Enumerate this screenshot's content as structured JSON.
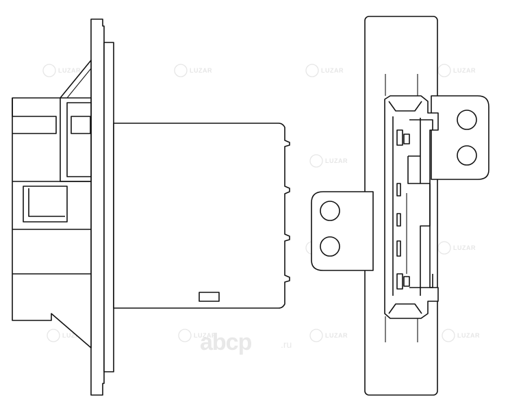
{
  "watermark": {
    "brand_text": "LUZAR",
    "site_word": "abcp",
    "site_tld": ".ru"
  },
  "drawing": {
    "left_view": "side-view",
    "right_view": "front-view"
  }
}
